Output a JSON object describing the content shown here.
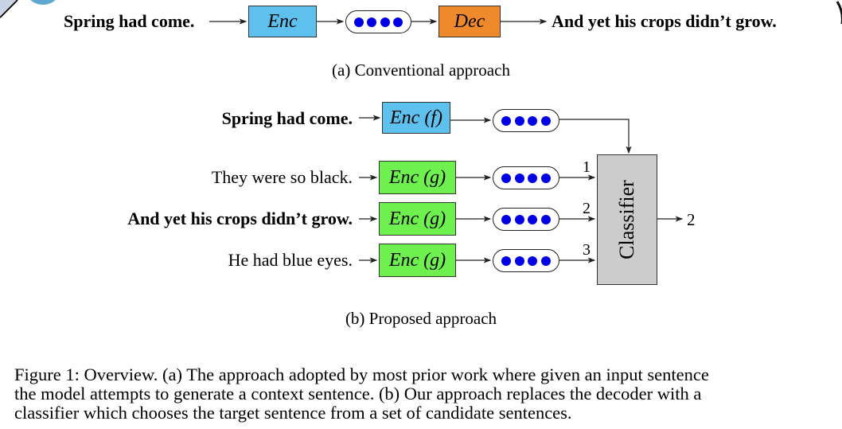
{
  "figure": {
    "conventional": {
      "input_sentence": "Spring had come.",
      "encoder_label": "Enc",
      "decoder_label": "Dec",
      "output_sentence": "And yet his crops didn’t grow.",
      "subcaption": "(a) Conventional approach"
    },
    "proposed": {
      "input_sentence": "Spring had come.",
      "input_encoder_label": "Enc (f)",
      "candidates": [
        {
          "sentence": "They were so black.",
          "encoder_label": "Enc (g)",
          "index_label": "1",
          "bold": false
        },
        {
          "sentence": "And yet his crops didn’t grow.",
          "encoder_label": "Enc (g)",
          "index_label": "2",
          "bold": true
        },
        {
          "sentence": "He had blue eyes.",
          "encoder_label": "Enc (g)",
          "index_label": "3",
          "bold": false
        }
      ],
      "classifier_label": "Classifier",
      "output_label": "2",
      "subcaption": "(b) Proposed approach"
    },
    "colors": {
      "encoder_f": "#5ec0ec",
      "decoder": "#ef8a2c",
      "encoder_g": "#6ef04f",
      "classifier": "#cccccc",
      "embedding_dot": "#0000e6"
    },
    "caption_lines": [
      "Figure 1: Overview. (a) The approach adopted by most prior work where given an input sentence",
      "the model attempts to generate a context sentence. (b) Our approach replaces the decoder with a",
      "classifier which chooses the target sentence from a set of candidate sentences."
    ]
  }
}
